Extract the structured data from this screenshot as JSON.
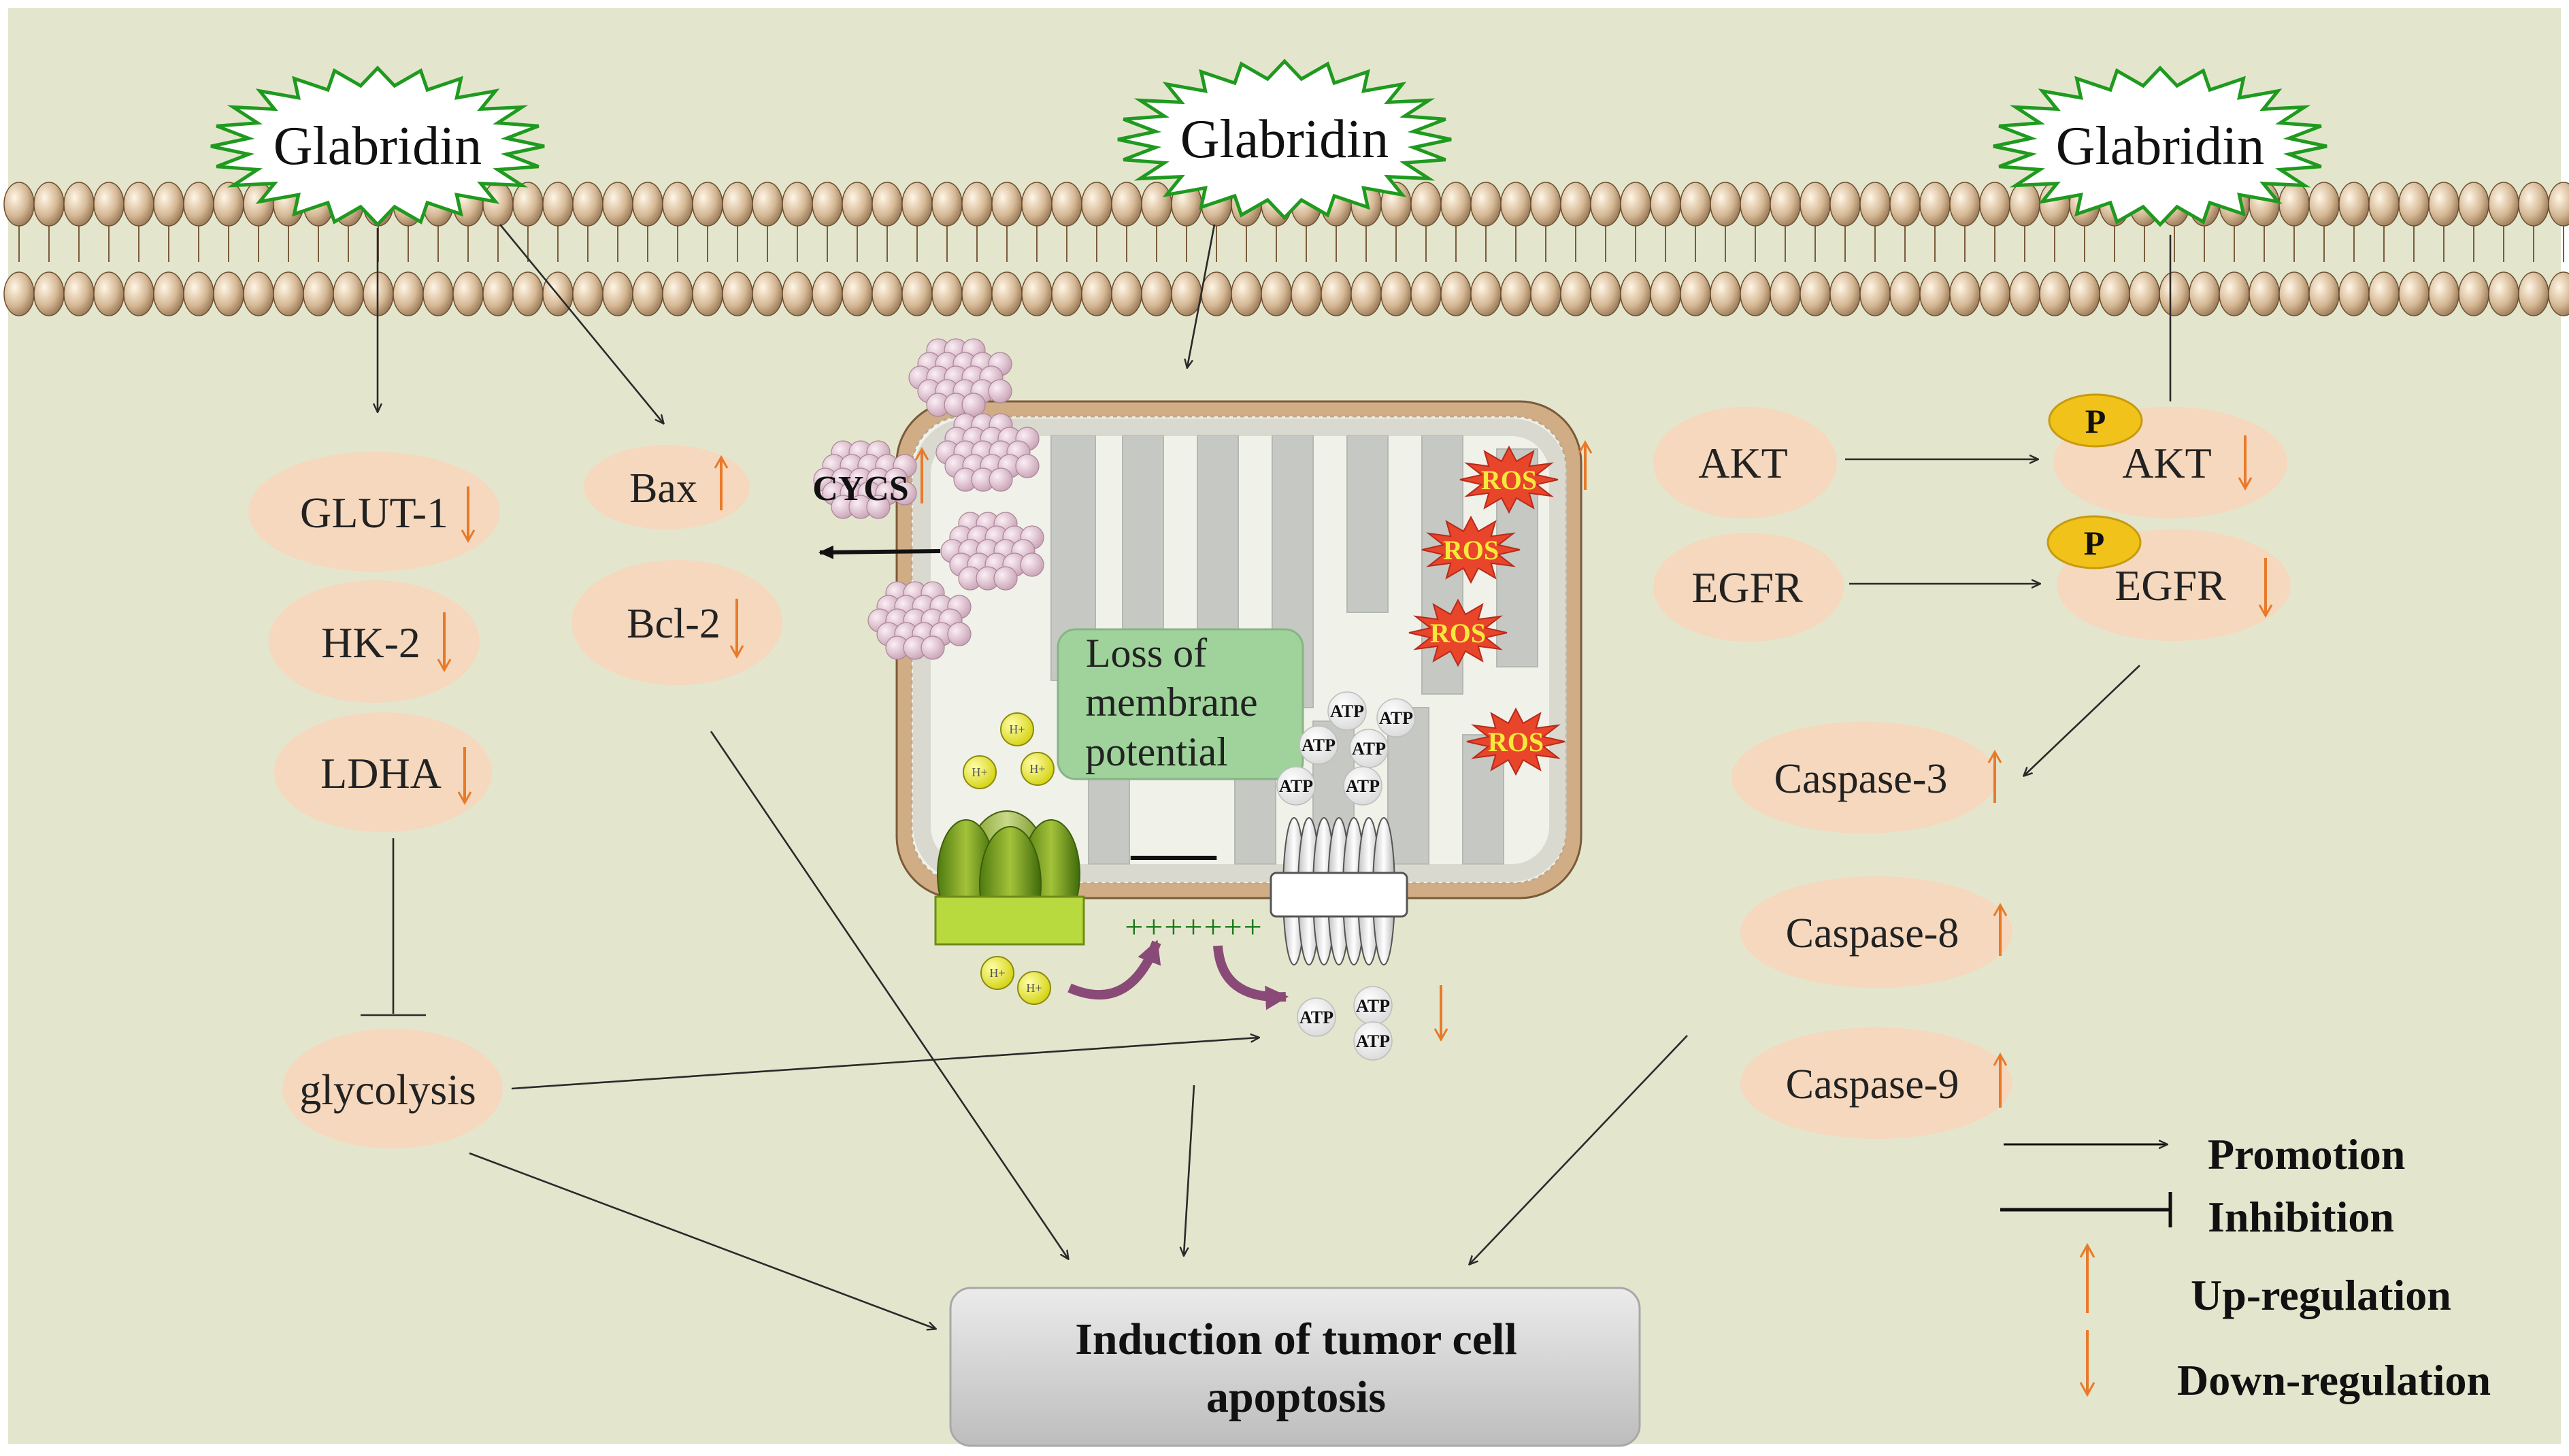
{
  "glabridin": [
    "Glabridin",
    "Glabridin",
    "Glabridin"
  ],
  "left": {
    "glut1": "GLUT-1",
    "hk2": "HK-2",
    "ldha": "LDHA",
    "bax": "Bax",
    "bcl2": "Bcl-2",
    "glycolysis": "glycolysis"
  },
  "mito": {
    "cycs": "CYCS",
    "loss_line1": "Loss of",
    "loss_line2": "membrane",
    "loss_line3": "potential",
    "ros": "ROS",
    "atp": "ATP",
    "h_plus": "H+",
    "neg_charges": "-------",
    "pos_charges": "+++++++"
  },
  "right": {
    "akt": "AKT",
    "egfr": "EGFR",
    "p": "P",
    "casp3": "Caspase-3",
    "casp8": "Caspase-8",
    "casp9": "Caspase-9"
  },
  "outcome": {
    "line1": "Induction of tumor cell",
    "line2": "apoptosis"
  },
  "legend": {
    "promotion": "Promotion",
    "inhibition": "Inhibition",
    "up": "Up-regulation",
    "down": "Down-regulation"
  },
  "colors": {
    "background": "#e3e6cd",
    "node_fill": "#f5d8bd",
    "up_arrow": "#e87a2a",
    "down_arrow": "#e87a2a",
    "star_outline": "#1f9a1f",
    "ros_fill": "#e8452a",
    "ros_text": "#f6e83c",
    "loss_box": "#9fd39b",
    "p_badge": "#f1c219",
    "outcome_box": "#d3d3d3"
  }
}
